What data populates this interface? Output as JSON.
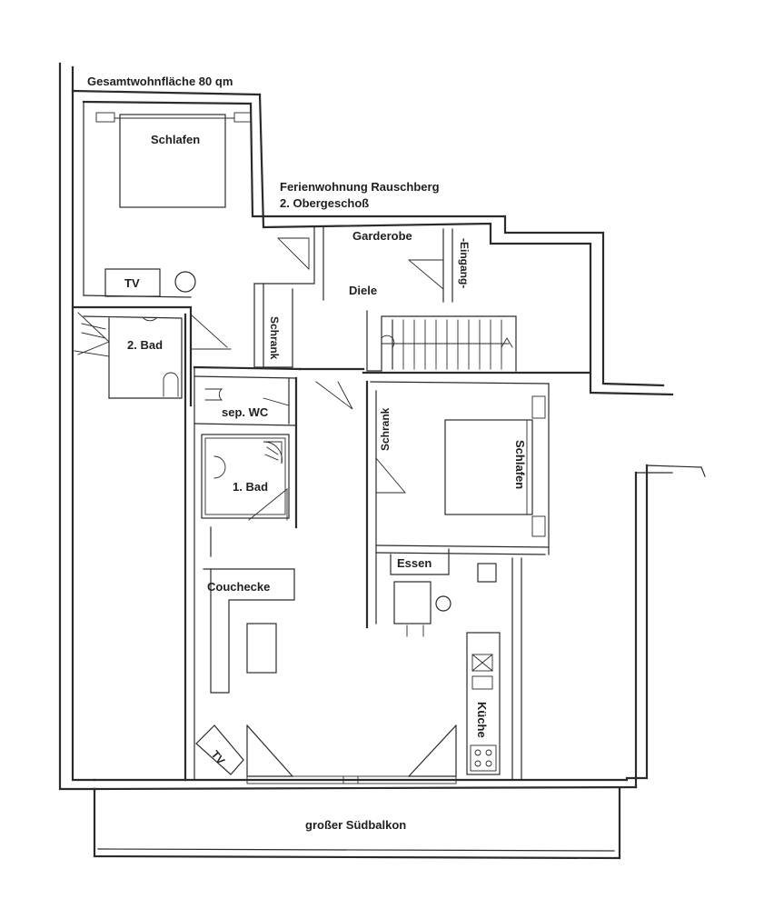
{
  "header": {
    "area": "Gesamtwohnfläche 80 qm",
    "title_line1": "Ferienwohnung Rauschberg",
    "title_line2": "2. Obergeschoß"
  },
  "rooms": {
    "bedroom_top": "Schlafen",
    "tv_top": "TV",
    "bath2": "2. Bad",
    "closet_hall": "Schrank",
    "wardrobe": "Garderobe",
    "hall": "Diele",
    "entrance": "-Eingang-",
    "sep_wc": "sep. WC",
    "bath1": "1. Bad",
    "closet_bedroom": "Schrank",
    "bedroom_right": "Schlafen",
    "dining": "Essen",
    "sofa_corner": "Couchecke",
    "kitchen": "Küche",
    "tv_bottom": "TV",
    "balcony": "großer Südbalkon"
  }
}
